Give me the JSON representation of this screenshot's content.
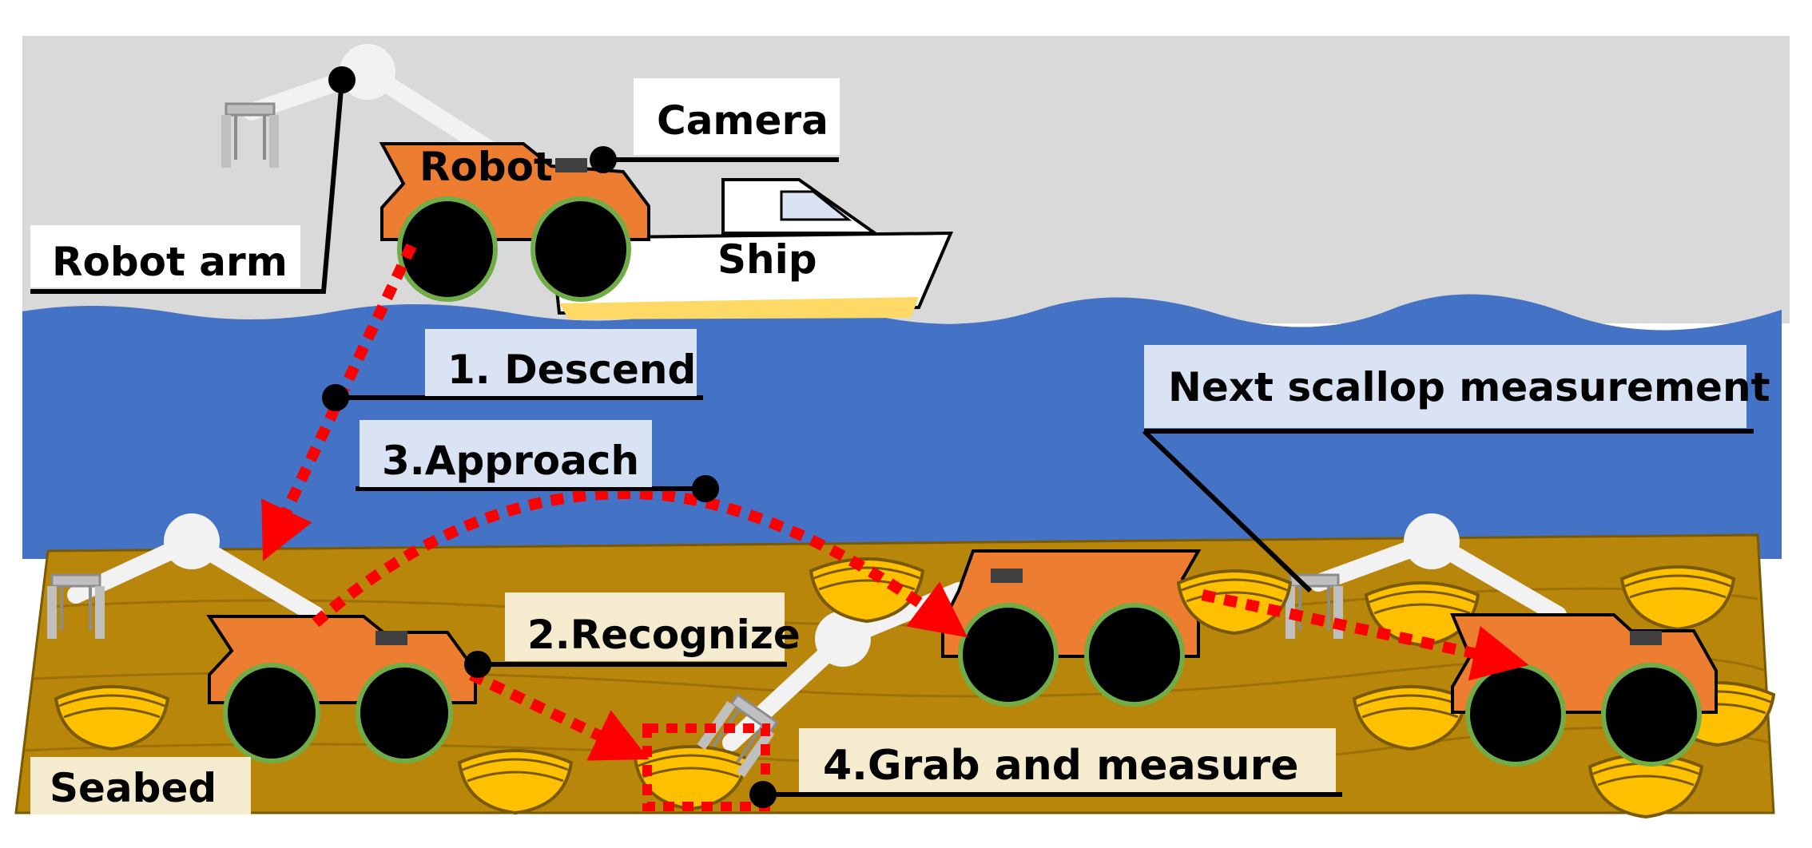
{
  "colors": {
    "sky": "#d9d9d9",
    "water": "#4472c4",
    "seabed": "#b8860b",
    "robot_body": "#ed7d31",
    "wheel_rim": "#70ad47",
    "path_arrow": "#ff0000",
    "scallop": "#ffc000",
    "label_bg_light": "#dae3f3",
    "label_bg_sand": "#f5ecd0"
  },
  "labels": {
    "robot_arm": "Robot arm",
    "robot": "Robot",
    "camera": "Camera",
    "ship": "Ship",
    "descend": "1. Descend",
    "approach": "3.Approach",
    "recognize": "2.Recognize",
    "grab_measure": "4.Grab and measure",
    "next_scallop": "Next scallop measurement",
    "seabed": "Seabed"
  },
  "icons": {
    "robot": "robot-vehicle-icon",
    "arm": "robot-arm-icon",
    "gripper": "gripper-icon",
    "ship": "ship-icon",
    "scallop": "scallop-icon"
  }
}
